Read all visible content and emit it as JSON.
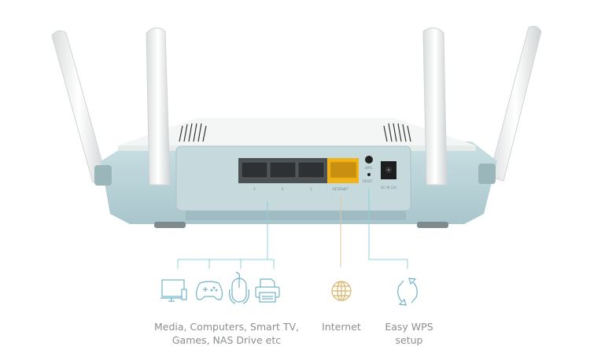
{
  "router": {
    "port_labels": [
      "3",
      "2",
      "1"
    ],
    "internet_port_label": "INTERNET",
    "wps_label": "WPS",
    "reset_label": "RESET",
    "power_label": "DC IN 12V"
  },
  "legend": [
    {
      "id": "lan",
      "icons": [
        "tv-icon",
        "gamepad-icon",
        "mouse-icon",
        "printer-icon"
      ],
      "line1": "Media, Computers, Smart TV,",
      "line2": "Games, NAS Drive etc"
    },
    {
      "id": "internet",
      "icons": [
        "globe-icon"
      ],
      "line1": "Internet"
    },
    {
      "id": "wps",
      "icons": [
        "wps-sync-icon"
      ],
      "line1": "Easy WPS",
      "line2": "setup"
    }
  ],
  "colors": {
    "lan_line": "#8fd0dc",
    "internet_line": "#d9c7a6",
    "wps_line": "#8fd0dc",
    "body": "#b7d2d7",
    "internet_port": "#f0b41a",
    "icon": "#6fb3c6",
    "globe": "#d9b46a"
  }
}
